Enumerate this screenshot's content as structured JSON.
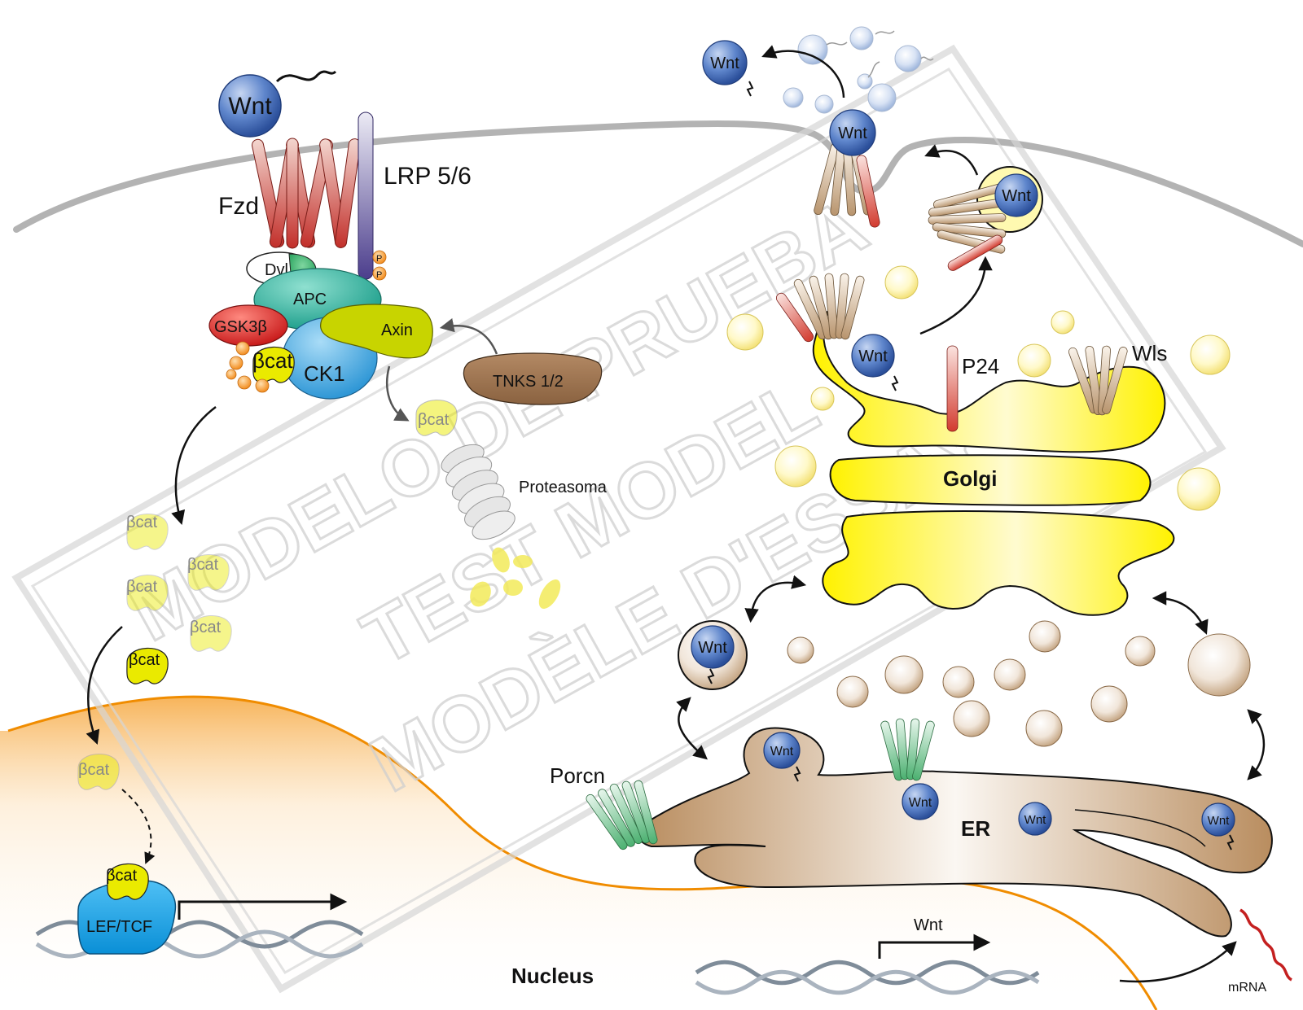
{
  "labels": {
    "wnt": "Wnt",
    "lrp": "LRP 5/6",
    "fzd": "Fzd",
    "dvl": "Dvl",
    "apc": "APC",
    "gsk3b": "GSK3β",
    "axin": "Axin",
    "bcat": "βcat",
    "ck1": "CK1",
    "tnks": "TNKS 1/2",
    "proteasoma": "Proteasoma",
    "p": "P",
    "p24": "P24",
    "wls": "Wls",
    "golgi": "Golgi",
    "porcn": "Porcn",
    "er": "ER",
    "lef_tcf": "LEF/TCF",
    "nucleus": "Nucleus",
    "mrna": "mRNA"
  },
  "watermark": {
    "line1": "MODELO DE PRUEBA",
    "line2": "TEST MODEL",
    "line3": "MODÈLE D'ESSAY"
  },
  "colors": {
    "membrane": "#b3b3b3",
    "nucleus_edge": "#f08c00",
    "golgi": "#ffee00",
    "er": "#c9a27a",
    "wnt": "#4a76c4",
    "fzd": "#c94a42",
    "lrp": "#5a4c95",
    "apc": "#2bb5a0",
    "gsk3b": "#d92b2b",
    "axin": "#c8d400",
    "ck1": "#3aa7e0",
    "tnks": "#a0744f",
    "lef_tcf": "#1aa0e6",
    "mrna": "#c42020",
    "porcn": "#5fba7d"
  }
}
